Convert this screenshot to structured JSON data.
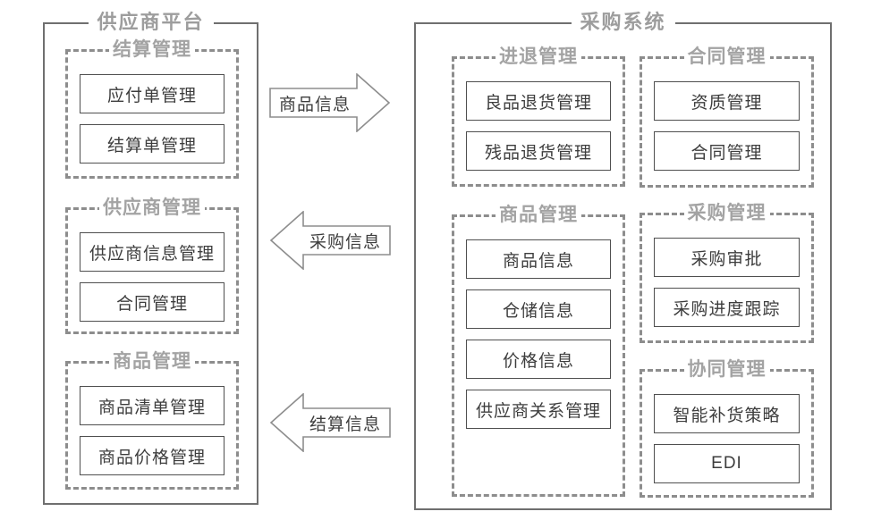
{
  "supplier_platform": {
    "title": "供应商平台",
    "groups": [
      {
        "title": "结算管理",
        "items": [
          "应付单管理",
          "结算单管理"
        ]
      },
      {
        "title": "供应商管理",
        "items": [
          "供应商信息管理",
          "合同管理"
        ]
      },
      {
        "title": "商品管理",
        "items": [
          "商品清单管理",
          "商品价格管理"
        ]
      }
    ]
  },
  "procurement_system": {
    "title": "采购系统",
    "left_column": [
      {
        "title": "进退管理",
        "items": [
          "良品退货管理",
          "残品退货管理"
        ]
      },
      {
        "title": "商品管理",
        "items": [
          "商品信息",
          "仓储信息",
          "价格信息",
          "供应商关系管理"
        ]
      }
    ],
    "right_column": [
      {
        "title": "合同管理",
        "items": [
          "资质管理",
          "合同管理"
        ]
      },
      {
        "title": "采购管理",
        "items": [
          "采购审批",
          "采购进度跟踪"
        ]
      },
      {
        "title": "协同管理",
        "items": [
          "智能补货策略",
          "EDI"
        ]
      }
    ]
  },
  "arrows": [
    {
      "label": "商品信息",
      "direction": "right"
    },
    {
      "label": "采购信息",
      "direction": "left"
    },
    {
      "label": "结算信息",
      "direction": "left"
    }
  ],
  "colors": {
    "panel_border": "#6f6f6f",
    "dashed_border": "#8d8d8d",
    "title_gray": "#9d9d9d",
    "box_border": "#4f4f4f",
    "box_text": "#3d3d3d",
    "arrow_stroke": "#8d8d8d"
  }
}
